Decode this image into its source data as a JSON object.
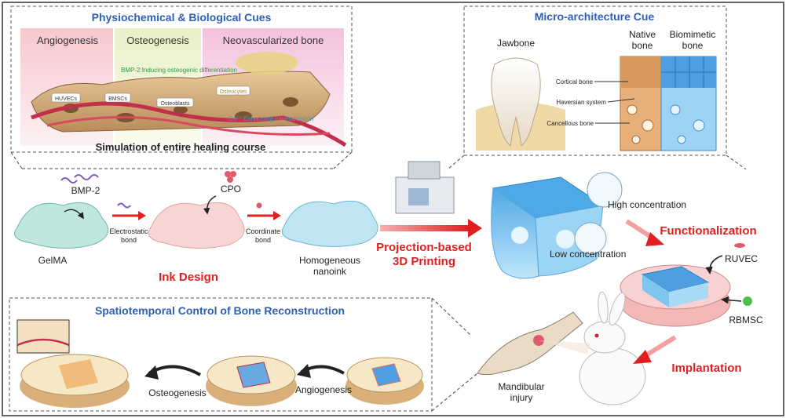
{
  "panels": {
    "cues": {
      "title": "Physiochemical & Biological Cues",
      "columns": [
        "Angiogenesis",
        "Osteogenesis",
        "Neovascularized bone"
      ],
      "bmp_note": "BMP-2:Inducing osteogenic differentiation",
      "ca_note": "Ca²⁺:Enhancing mineralization",
      "cells": [
        "HUVECs",
        "BMSCs",
        "Osteoblasts",
        "Osteocytes"
      ],
      "caption": "Simulation of entire healing course"
    },
    "micro": {
      "title": "Micro-architecture Cue",
      "jawbone": "Jawbone",
      "native": "Native",
      "native2": "bone",
      "biomimetic": "Biomimetic",
      "biomimetic2": "bone",
      "labels": [
        "Cortical bone",
        "Haversian system",
        "Cancellous bone"
      ]
    },
    "ink": {
      "bmp2": "BMP-2",
      "cpo": "CPO",
      "gelma": "GelMA",
      "electrostatic": "Electrostatic",
      "electrostatic2": "bond",
      "coordinate": "Coordinate",
      "coordinate2": "bond",
      "homogeneous": "Homogeneous",
      "homogeneous2": "nanoink",
      "ink_design": "Ink Design"
    },
    "printing": {
      "line1": "Projection-based",
      "line2": "3D Printing",
      "high": "High concentration",
      "low": "Low concentration",
      "functionalization": "Functionalization",
      "ruvec": "RUVEC",
      "rbmsc": "RBMSC"
    },
    "control": {
      "title": "Spatiotemporal Control of Bone Reconstruction",
      "osteogenesis": "Osteogenesis",
      "angiogenesis": "Angiogenesis"
    },
    "implant": {
      "implantation": "Implantation",
      "mandibular": "Mandibular",
      "injury": "injury"
    }
  },
  "colors": {
    "blue_title": "#2f5fb3",
    "red_accent": "#e02020",
    "teal_gel": "#bfe6df",
    "pink_gel": "#f6d5d2",
    "cyan_gel": "#bfe5f2",
    "scaffold": "#7ec6ee"
  }
}
